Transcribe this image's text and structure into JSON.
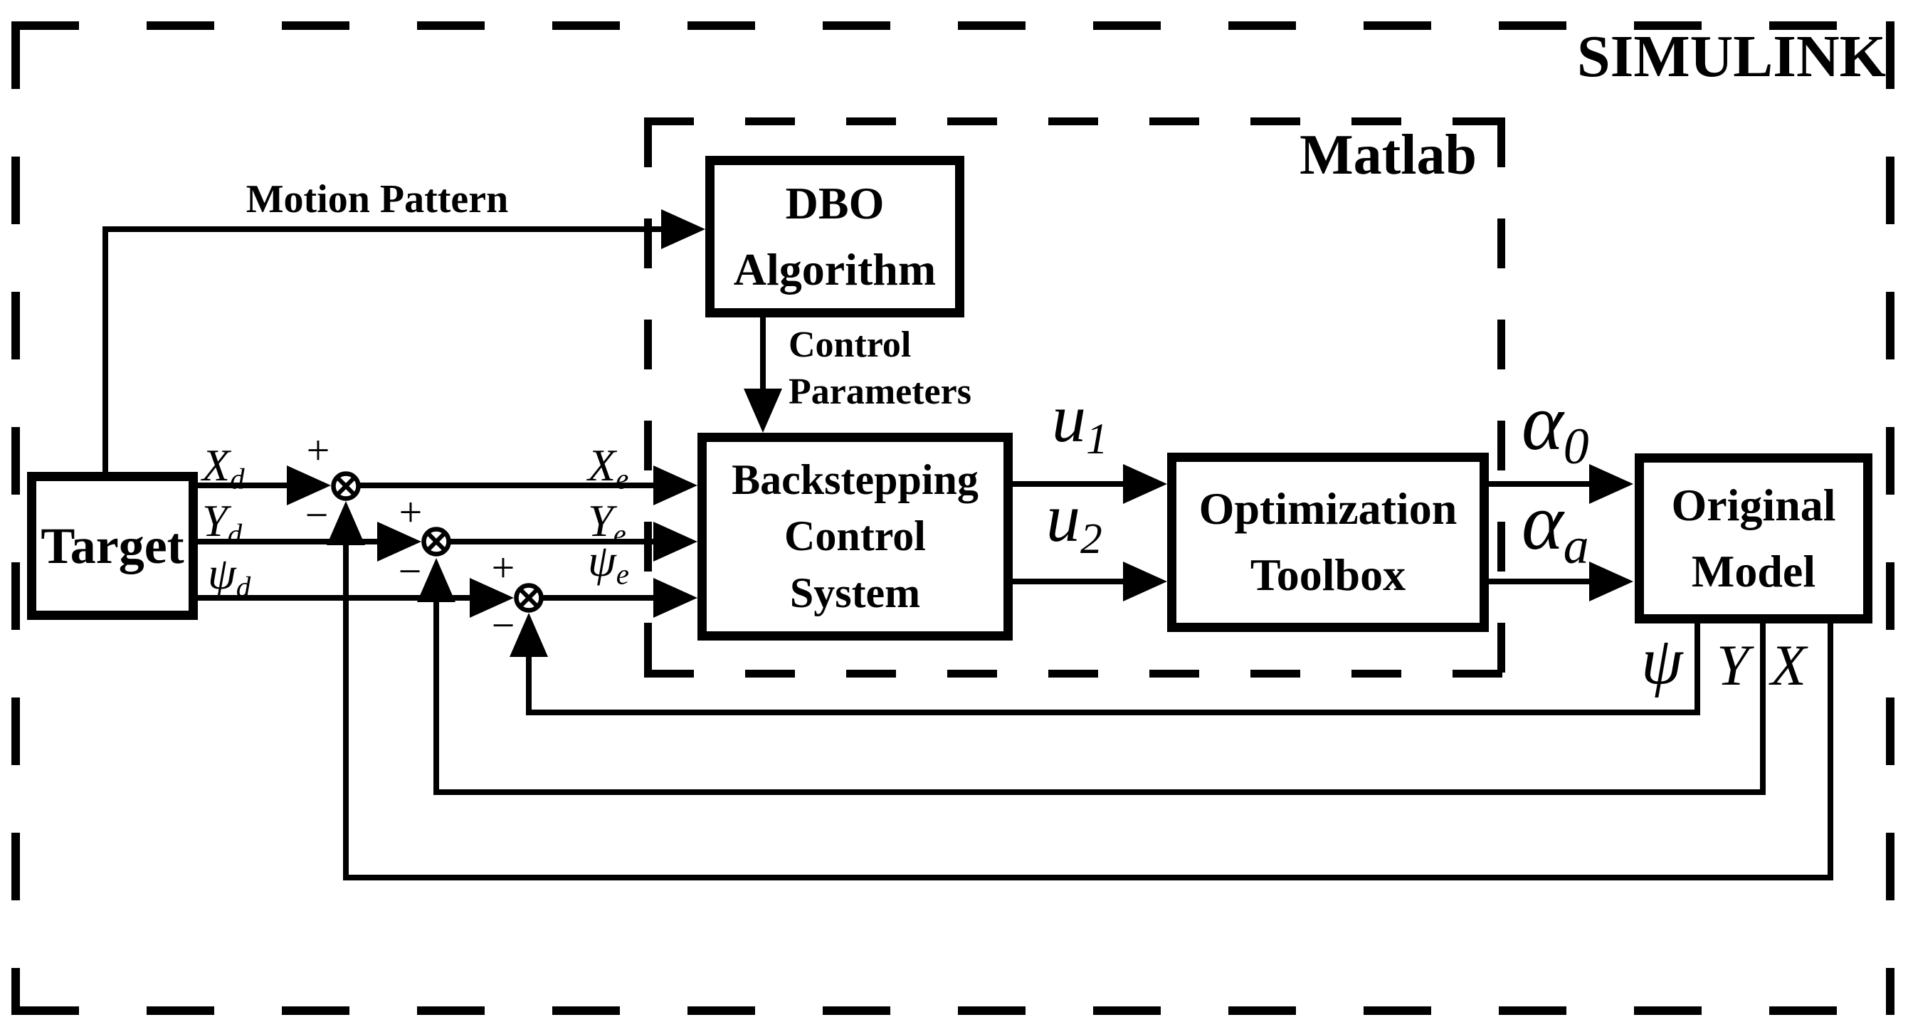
{
  "window": {
    "outer_label": "SIMULINK",
    "inner_label": "Matlab"
  },
  "blocks": {
    "target": {
      "label": "Target"
    },
    "dbo": {
      "line1": "DBO",
      "line2": "Algorithm"
    },
    "backstepping": {
      "line1": "Backstepping",
      "line2": "Control",
      "line3": "System"
    },
    "optimization": {
      "line1": "Optimization",
      "line2": "Toolbox"
    },
    "original_model": {
      "line1": "Original",
      "line2": "Model"
    }
  },
  "labels": {
    "motion_pattern": "Motion Pattern",
    "control_parameters": {
      "line1": "Control",
      "line2": "Parameters"
    }
  },
  "signals": {
    "x_d": {
      "main": "X",
      "sub": "d"
    },
    "y_d": {
      "main": "Y",
      "sub": "d"
    },
    "psi_d": {
      "main": "ψ",
      "sub": "d"
    },
    "x_e": {
      "main": "X",
      "sub": "e"
    },
    "y_e": {
      "main": "Y",
      "sub": "e"
    },
    "psi_e": {
      "main": "ψ",
      "sub": "e"
    },
    "u1": {
      "main": "u",
      "sub": "1"
    },
    "u2": {
      "main": "u",
      "sub": "2"
    },
    "alpha_0": {
      "main": "α",
      "sub": "0"
    },
    "alpha_a": {
      "main": "α",
      "sub": "a"
    },
    "psi_out": {
      "main": "ψ"
    },
    "y_out": {
      "main": "Y"
    },
    "x_out": {
      "main": "X"
    }
  },
  "operators": {
    "plus": "+",
    "minus": "−"
  },
  "colors": {
    "line": "#000000",
    "background": "#ffffff"
  }
}
